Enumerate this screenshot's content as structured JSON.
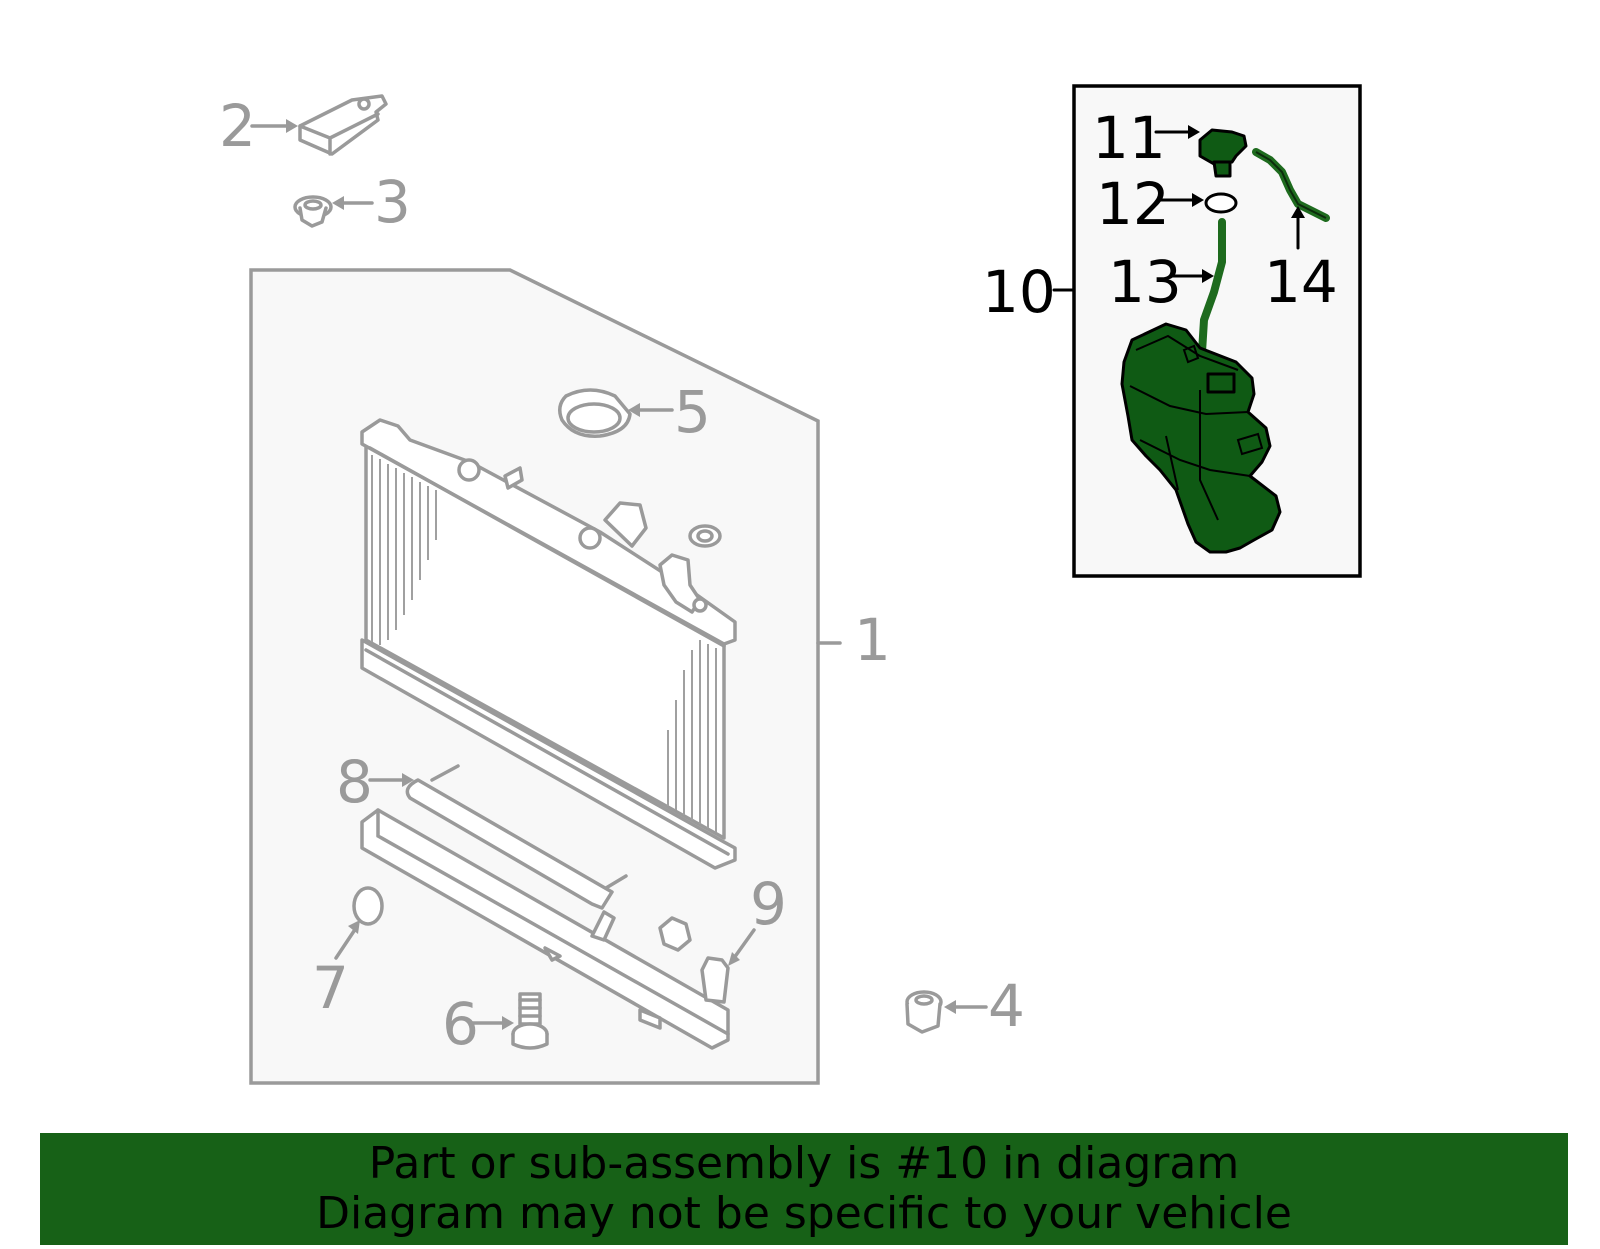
{
  "callouts": {
    "c1": "1",
    "c2": "2",
    "c3": "3",
    "c4": "4",
    "c5": "5",
    "c6": "6",
    "c7": "7",
    "c8": "8",
    "c9": "9",
    "c10": "10",
    "c11": "11",
    "c12": "12",
    "c13": "13",
    "c14": "14"
  },
  "banner": {
    "line1": "Part or sub-assembly is #10 in diagram",
    "line2": "Diagram may not be specific to your vehicle"
  },
  "colors": {
    "highlight_green": "#176117",
    "part_grey": "#9a9a9a"
  }
}
